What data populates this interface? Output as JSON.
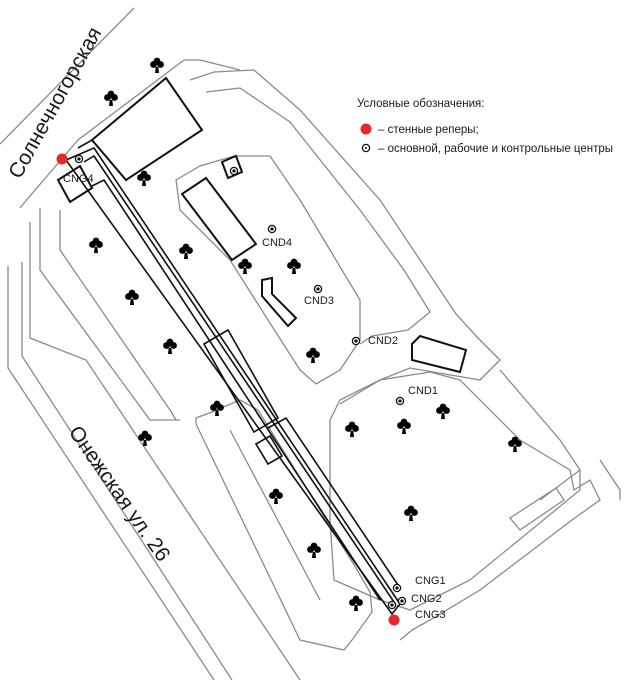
{
  "streets": {
    "north": "Солнечногорская",
    "south": "Онежская ул. 26"
  },
  "legend": {
    "title": "Условные обозначения:",
    "items": [
      {
        "symbol": "wall-benchmark",
        "text": "– стенные реперы;",
        "color": "#e8262b"
      },
      {
        "symbol": "control-center",
        "text": "– основной, рабочие и контрольные центры"
      }
    ]
  },
  "points": {
    "cng1": "CNG1",
    "cng2": "CNG2",
    "cng3": "CNG3",
    "cng4": "CNG4",
    "cnd1": "CND1",
    "cnd2": "CND2",
    "cnd3": "CND3",
    "cnd4": "CND4"
  },
  "colors": {
    "benchmark": "#e8262b",
    "road": "#8a8a8a",
    "building": "#111111"
  }
}
